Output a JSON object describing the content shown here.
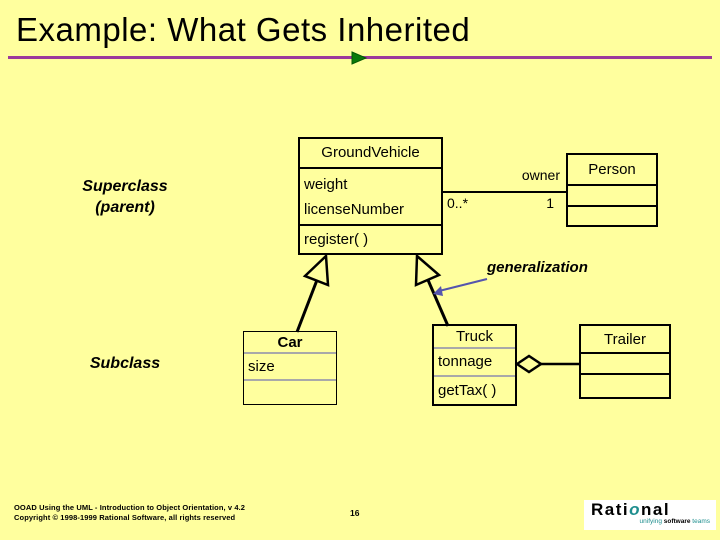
{
  "slide": {
    "title": "Example: What Gets Inherited",
    "page_number": "16",
    "footer": {
      "line1": "OOAD Using the UML - Introduction to Object Orientation, v 4.2",
      "line2": "Copyright © 1998-1999 Rational Software, all rights reserved"
    }
  },
  "labels": {
    "superclass": "Superclass",
    "superclass_qualifier": "(parent)",
    "subclass": "Subclass",
    "generalization": "generalization"
  },
  "association": {
    "role": "owner",
    "multiplicity_vehicle_end": "0..*",
    "multiplicity_person_end": "1"
  },
  "classes": {
    "ground_vehicle": {
      "name": "GroundVehicle",
      "attr1": "weight",
      "attr2": "licenseNumber",
      "op1": "register( )"
    },
    "person": {
      "name": "Person"
    },
    "car": {
      "name": "Car",
      "attr1": "size"
    },
    "truck": {
      "name": "Truck",
      "attr1": "tonnage",
      "op1": "getTax( )"
    },
    "trailer": {
      "name": "Trailer"
    }
  },
  "logo": {
    "brand_pre": "Rati",
    "brand_o": "o",
    "brand_post": "nal",
    "tagline_word1": "unifying",
    "tagline_word2": "software",
    "tagline_word3": "teams"
  },
  "colors": {
    "background": "#FFFF9E",
    "title_rule_purple": "#9C3A9C",
    "title_arrow_green": "#0A7A0A",
    "callout_blue": "#5555AD",
    "compartment_separator_gray": "#A9A9A9",
    "box_border": "#000000"
  }
}
